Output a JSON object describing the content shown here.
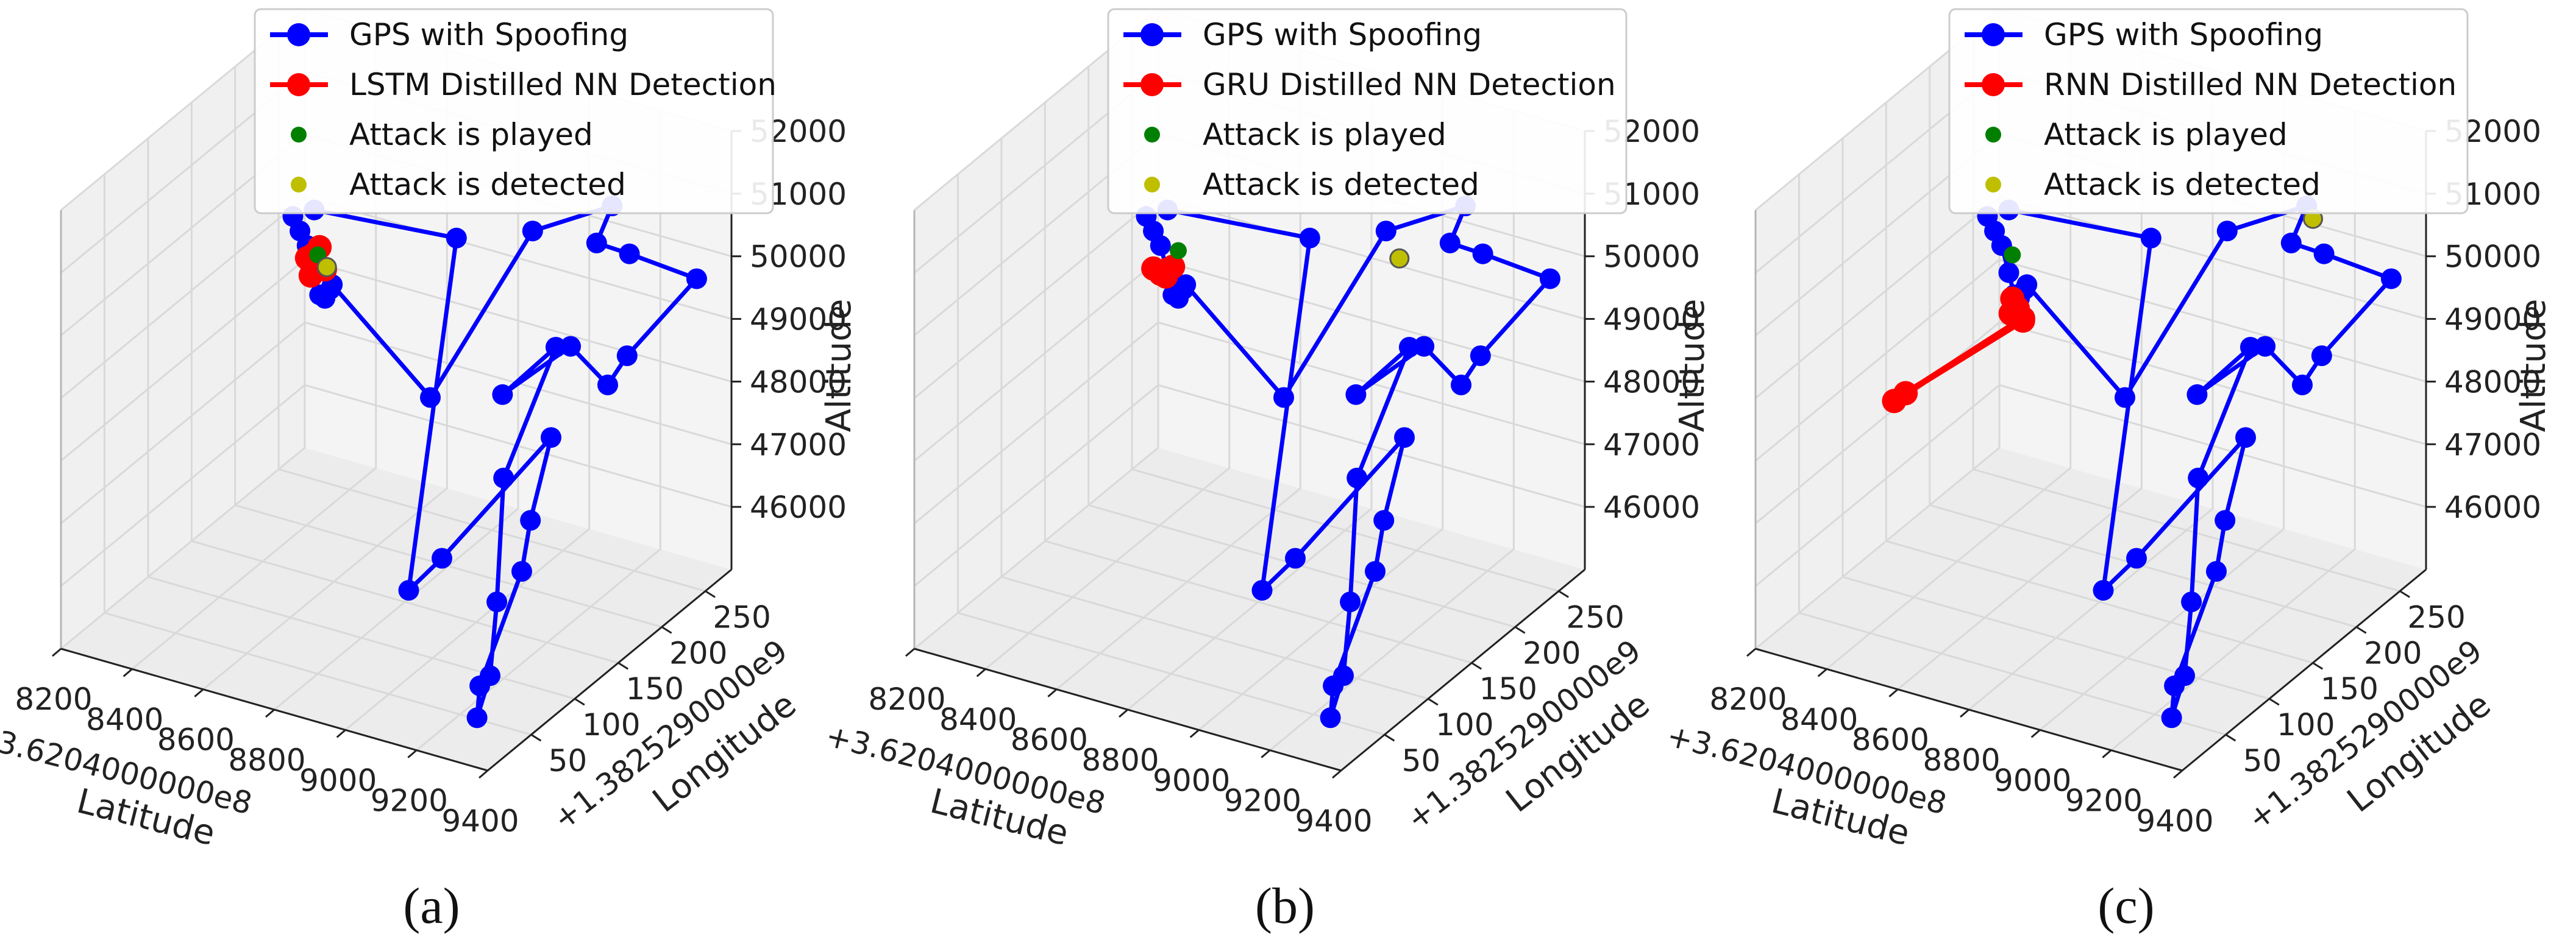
{
  "colors": {
    "gps": "#0000ff",
    "detection": "#ff0000",
    "played": "#007f00",
    "detected": "#bfbf00",
    "pane": "#f2f2f2",
    "grid": "#d9d9d9"
  },
  "chart_data": [
    {
      "type": "scatter3d",
      "caption": "(a)",
      "legend": {
        "placement": "top",
        "entries": [
          "GPS with Spoofing",
          "LSTM Distilled NN Detection",
          "Attack is played",
          "Attack is detected"
        ]
      },
      "xlabel": "Latitude",
      "ylabel": "Longitude",
      "zlabel": "Altitude",
      "x_offset_label": "+3.6204000000e8",
      "y_offset_label": "+1.3825290000e9",
      "xticks": [
        "8200",
        "8400",
        "8600",
        "8800",
        "9000",
        "9200",
        "9400"
      ],
      "yticks": [
        "50",
        "100",
        "150",
        "200",
        "250"
      ],
      "zticks": [
        "46000",
        "47000",
        "48000",
        "49000",
        "50000",
        "51000",
        "52000"
      ],
      "grid": true,
      "gps_path": [
        [
          8240,
          250,
          49100
        ],
        [
          8260,
          250,
          48900
        ],
        [
          8280,
          250,
          48700
        ],
        [
          8300,
          250,
          48300
        ],
        [
          8320,
          248,
          48000
        ],
        [
          8340,
          246,
          48000
        ],
        [
          8360,
          244,
          48200
        ],
        [
          8400,
          230,
          48500
        ],
        [
          8700,
          220,
          47300
        ],
        [
          9000,
          215,
          50500
        ],
        [
          9150,
          245,
          50800
        ],
        [
          9180,
          215,
          50600
        ],
        [
          9260,
          220,
          50500
        ],
        [
          9400,
          240,
          50100
        ],
        [
          9180,
          250,
          48400
        ],
        [
          9150,
          240,
          48000
        ],
        [
          9070,
          230,
          48600
        ],
        [
          9050,
          160,
          48600
        ],
        [
          9200,
          160,
          49600
        ],
        [
          9200,
          100,
          48200
        ],
        [
          9230,
          80,
          46500
        ],
        [
          9260,
          60,
          45600
        ],
        [
          9260,
          45,
          45100
        ],
        [
          9280,
          40,
          45700
        ],
        [
          9300,
          80,
          47100
        ],
        [
          9300,
          90,
          47800
        ],
        [
          9260,
          130,
          48600
        ],
        [
          9100,
          70,
          47100
        ],
        [
          9080,
          40,
          46900
        ],
        [
          8700,
          250,
          49500
        ],
        [
          8300,
          250,
          49300
        ]
      ],
      "detection_path": [
        [
          8280,
          250,
          48500
        ],
        [
          8300,
          248,
          48600
        ],
        [
          8310,
          252,
          48700
        ],
        [
          8330,
          250,
          48400
        ],
        [
          8300,
          246,
          48300
        ]
      ],
      "attack_played": [
        8310,
        250,
        48600
      ],
      "attack_detected": [
        8360,
        240,
        48600
      ]
    },
    {
      "type": "scatter3d",
      "caption": "(b)",
      "legend": {
        "placement": "top",
        "entries": [
          "GPS with Spoofing",
          "GRU Distilled NN Detection",
          "Attack is played",
          "Attack is detected"
        ]
      },
      "xlabel": "Latitude",
      "ylabel": "Longitude",
      "zlabel": "Altitude",
      "x_offset_label": "+3.6204000000e8",
      "y_offset_label": "+1.3825290000e9",
      "xticks": [
        "8200",
        "8400",
        "8600",
        "8800",
        "9000",
        "9200",
        "9400"
      ],
      "yticks": [
        "50",
        "100",
        "150",
        "200",
        "250"
      ],
      "zticks": [
        "46000",
        "47000",
        "48000",
        "49000",
        "50000",
        "51000",
        "52000"
      ],
      "grid": true,
      "gps_path": [
        [
          8240,
          250,
          49100
        ],
        [
          8260,
          250,
          48900
        ],
        [
          8280,
          250,
          48700
        ],
        [
          8300,
          250,
          48300
        ],
        [
          8320,
          248,
          48000
        ],
        [
          8340,
          246,
          48000
        ],
        [
          8360,
          244,
          48200
        ],
        [
          8400,
          230,
          48500
        ],
        [
          8700,
          220,
          47300
        ],
        [
          9000,
          215,
          50500
        ],
        [
          9150,
          245,
          50800
        ],
        [
          9180,
          215,
          50600
        ],
        [
          9260,
          220,
          50500
        ],
        [
          9400,
          240,
          50100
        ],
        [
          9180,
          250,
          48400
        ],
        [
          9150,
          240,
          48000
        ],
        [
          9070,
          230,
          48600
        ],
        [
          9050,
          160,
          48600
        ],
        [
          9200,
          160,
          49600
        ],
        [
          9200,
          100,
          48200
        ],
        [
          9230,
          80,
          46500
        ],
        [
          9260,
          60,
          45600
        ],
        [
          9260,
          45,
          45100
        ],
        [
          9280,
          40,
          45700
        ],
        [
          9300,
          80,
          47100
        ],
        [
          9300,
          90,
          47800
        ],
        [
          9260,
          130,
          48600
        ],
        [
          9100,
          70,
          47100
        ],
        [
          9080,
          40,
          46900
        ],
        [
          8700,
          250,
          49500
        ],
        [
          8300,
          250,
          49300
        ]
      ],
      "detection_path": [
        [
          8260,
          250,
          48300
        ],
        [
          8280,
          250,
          48250
        ],
        [
          8300,
          250,
          48350
        ],
        [
          8320,
          248,
          48450
        ],
        [
          8290,
          252,
          48200
        ]
      ],
      "attack_played": [
        8330,
        250,
        48700
      ],
      "attack_detected": [
        9050,
        210,
        50200
      ]
    },
    {
      "type": "scatter3d",
      "caption": "(c)",
      "legend": {
        "placement": "top",
        "entries": [
          "GPS with Spoofing",
          "RNN Distilled NN Detection",
          "Attack is played",
          "Attack is detected"
        ]
      },
      "xlabel": "Latitude",
      "ylabel": "Longitude",
      "zlabel": "Altitude",
      "x_offset_label": "+3.6204000000e8",
      "y_offset_label": "+1.3825290000e9",
      "xticks": [
        "8200",
        "8400",
        "8600",
        "8800",
        "9000",
        "9200",
        "9400"
      ],
      "yticks": [
        "50",
        "100",
        "150",
        "200",
        "250"
      ],
      "zticks": [
        "46000",
        "47000",
        "48000",
        "49000",
        "50000",
        "51000",
        "52000"
      ],
      "grid": true,
      "gps_path": [
        [
          8240,
          250,
          49100
        ],
        [
          8260,
          250,
          48900
        ],
        [
          8280,
          250,
          48700
        ],
        [
          8300,
          250,
          48300
        ],
        [
          8320,
          248,
          48000
        ],
        [
          8340,
          246,
          48000
        ],
        [
          8360,
          244,
          48200
        ],
        [
          8400,
          230,
          48500
        ],
        [
          8700,
          220,
          47300
        ],
        [
          9000,
          215,
          50500
        ],
        [
          9150,
          245,
          50800
        ],
        [
          9180,
          215,
          50600
        ],
        [
          9260,
          220,
          50500
        ],
        [
          9400,
          240,
          50100
        ],
        [
          9180,
          250,
          48400
        ],
        [
          9150,
          240,
          48000
        ],
        [
          9070,
          230,
          48600
        ],
        [
          9050,
          160,
          48600
        ],
        [
          9200,
          160,
          49600
        ],
        [
          9200,
          100,
          48200
        ],
        [
          9230,
          80,
          46500
        ],
        [
          9260,
          60,
          45600
        ],
        [
          9260,
          45,
          45100
        ],
        [
          9280,
          40,
          45700
        ],
        [
          9300,
          80,
          47100
        ],
        [
          9300,
          90,
          47800
        ],
        [
          9260,
          130,
          48600
        ],
        [
          9100,
          70,
          47100
        ],
        [
          9080,
          40,
          46900
        ],
        [
          8700,
          250,
          49500
        ],
        [
          8300,
          250,
          49300
        ]
      ],
      "detection_path": [
        [
          8310,
          250,
          47900
        ],
        [
          8330,
          248,
          47800
        ],
        [
          8350,
          246,
          47700
        ],
        [
          8100,
          200,
          46500
        ],
        [
          8120,
          205,
          46600
        ],
        [
          8340,
          250,
          47600
        ],
        [
          8320,
          244,
          47750
        ]
      ],
      "attack_played": [
        8310,
        250,
        48600
      ],
      "attack_detected": [
        9180,
        240,
        50700
      ]
    }
  ]
}
